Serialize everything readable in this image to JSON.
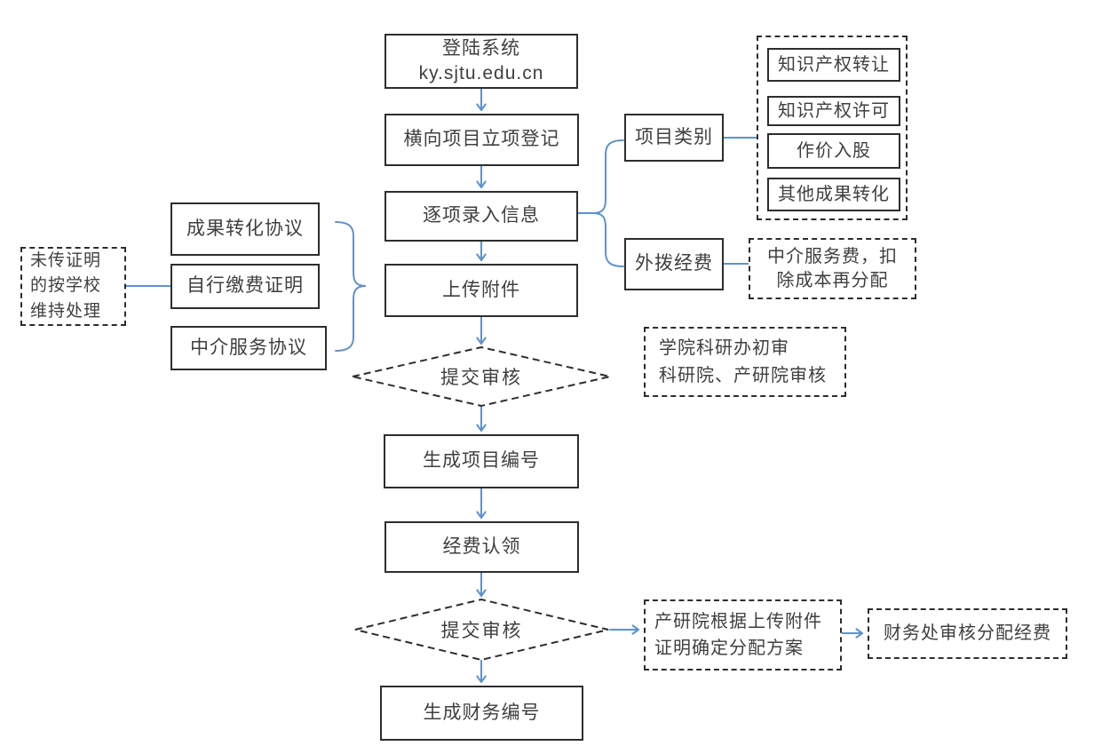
{
  "colors": {
    "accent_blue": "#5f92cc",
    "line_black": "#2d2d2d",
    "text": "#3f3f3f",
    "background": "#ffffff"
  },
  "nodes": {
    "login": {
      "line1": "登陆系统",
      "line2": "ky.sjtu.edu.cn"
    },
    "register": {
      "label": "横向项目立项登记"
    },
    "input_info": {
      "label": "逐项录入信息"
    },
    "upload": {
      "label": "上传附件"
    },
    "review1": {
      "label": "提交审核"
    },
    "project_number": {
      "label": "生成项目编号"
    },
    "fund_claim": {
      "label": "经费认领"
    },
    "review2": {
      "label": "提交审核"
    },
    "finance_number": {
      "label": "生成财务编号"
    },
    "category": {
      "label": "项目类别"
    },
    "category_options": [
      "知识产权转让",
      "知识产权许可",
      "作价入股",
      "其他成果转化"
    ],
    "outbound_fund": {
      "label": "外拨经费"
    },
    "service_fee": {
      "line1": "中介服务费，扣",
      "line2": "除成本再分配"
    },
    "attachment_docs": [
      "成果转化协议",
      "自行缴费证明",
      "中介服务协议"
    ],
    "untransmitted_note": {
      "line1": "未传证明",
      "line2": "的按学校",
      "line3": "维持处理"
    },
    "review_note": {
      "line1": "学院科研办初审",
      "line2": "科研院、产研院审核"
    },
    "allocation_plan": {
      "line1": "产研院根据上传附件",
      "line2": "证明确定分配方案"
    },
    "finance_review": {
      "label": "财务处审核分配经费"
    }
  }
}
